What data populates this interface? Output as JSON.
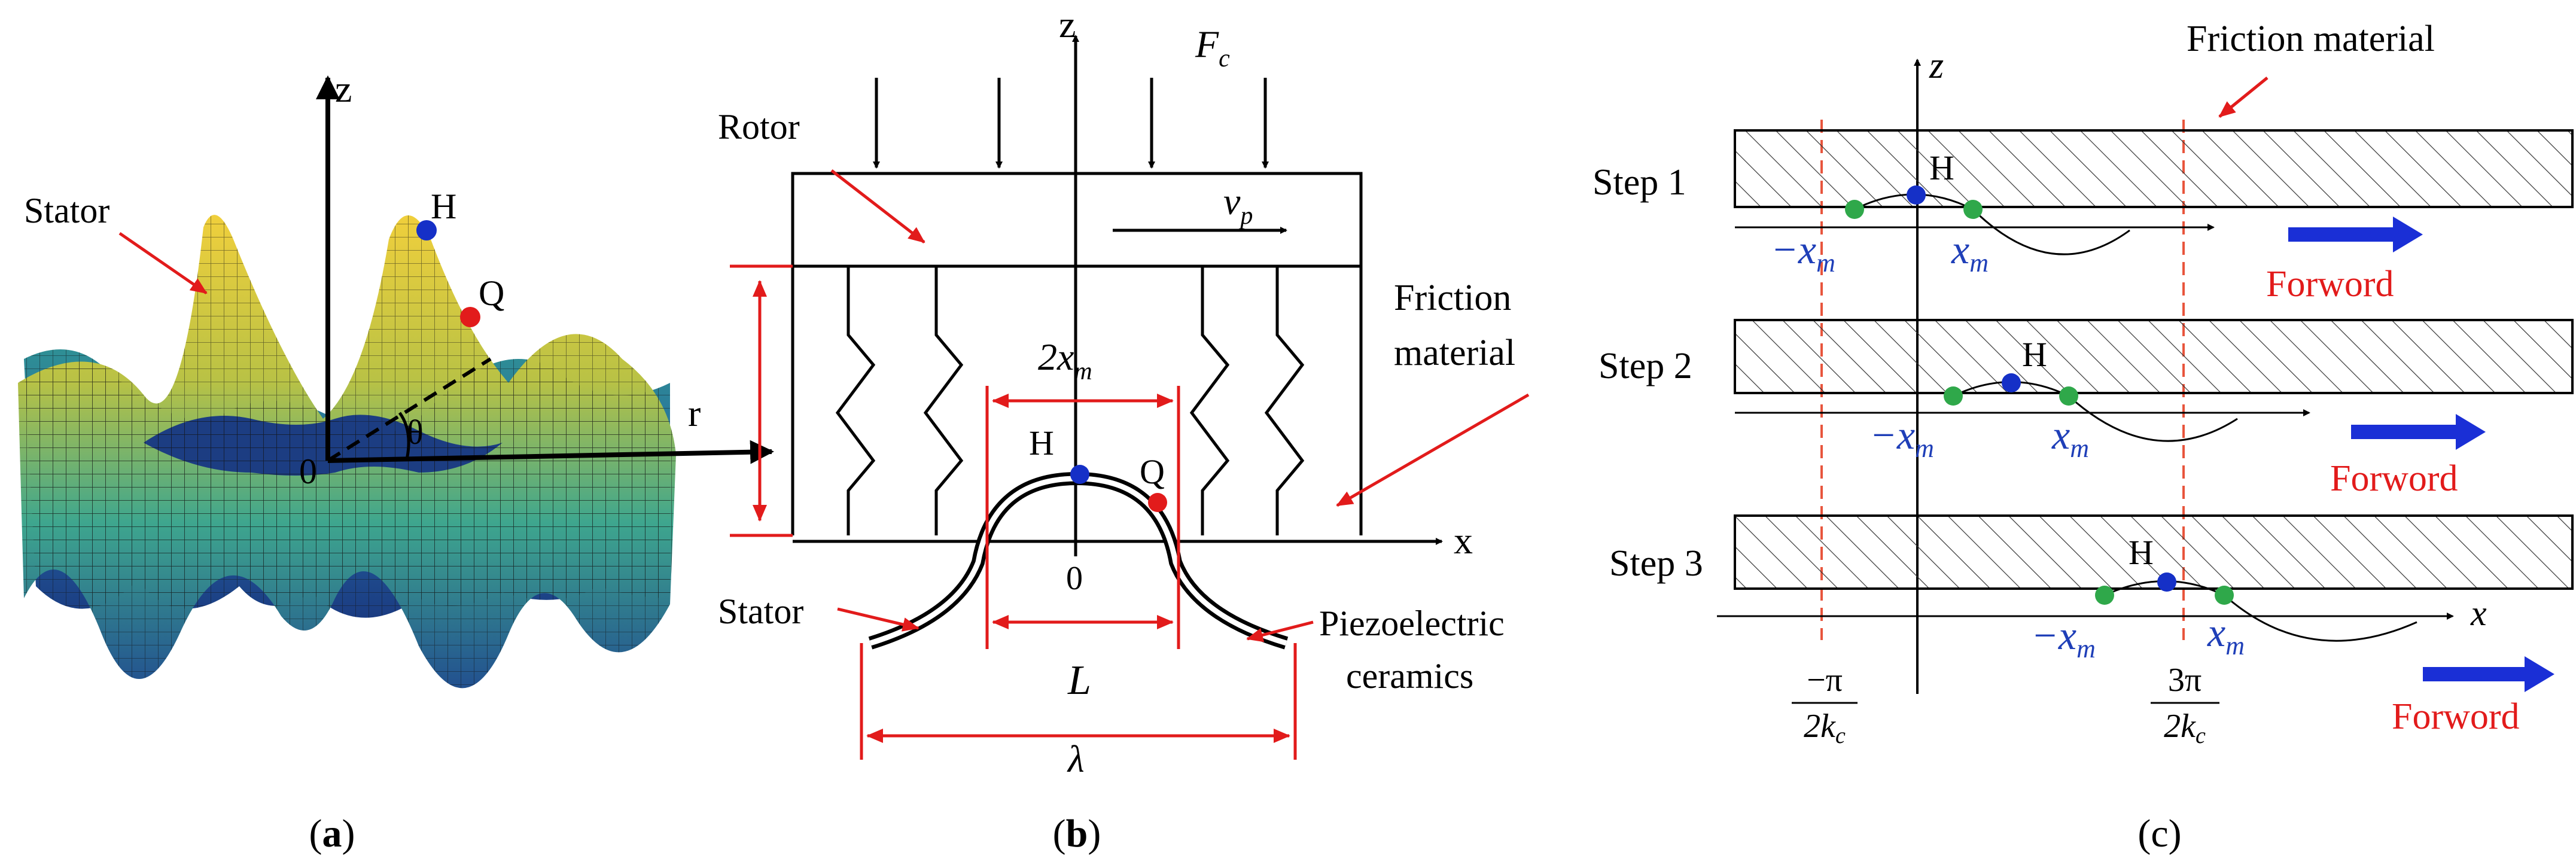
{
  "panel_a": {
    "caption_open": "(",
    "caption_letter": "a",
    "caption_close": ")",
    "axis_z": "z",
    "axis_r": "r",
    "origin": "0",
    "angle": "θ",
    "point_h": "H",
    "point_q": "Q",
    "stator_label": "Stator",
    "colors": {
      "peak": "#e6c43a",
      "mid": "#3c9f8e",
      "low": "#1f4a8f",
      "mesh": "#1a1a1a"
    }
  },
  "panel_b": {
    "caption_open": "(",
    "caption_letter": "b",
    "caption_close": ")",
    "axis_z": "z",
    "axis_x": "x",
    "origin": "0",
    "force": "F",
    "force_sub": "c",
    "velocity": "v",
    "velocity_sub": "p",
    "rotor_label": "Rotor",
    "friction_line1": "Friction",
    "friction_line2": "material",
    "width_label": "2x",
    "width_sub": "m",
    "point_h": "H",
    "point_q": "Q",
    "stator_label": "Stator",
    "piezo_line1": "Piezoelectric",
    "piezo_line2": "ceramics",
    "length_l": "L",
    "wavelength": "λ"
  },
  "panel_c": {
    "caption": "(c)",
    "axis_z": "z",
    "axis_x": "x",
    "friction_label": "Friction material",
    "steps": [
      {
        "label": "Step 1",
        "apex": "H",
        "neg_xm": "−x",
        "xm": "x",
        "sub": "m",
        "direction": "Forword"
      },
      {
        "label": "Step 2",
        "apex": "H",
        "neg_xm": "−x",
        "xm": "x",
        "sub": "m",
        "direction": "Forword"
      },
      {
        "label": "Step 3",
        "apex": "H",
        "neg_xm": "−x",
        "xm": "x",
        "sub": "m",
        "direction": "Forword"
      }
    ],
    "left_bound_num": "−π",
    "left_bound_den": "2k",
    "right_bound_num": "3π",
    "right_bound_den": "2k",
    "bound_sub": "c"
  }
}
